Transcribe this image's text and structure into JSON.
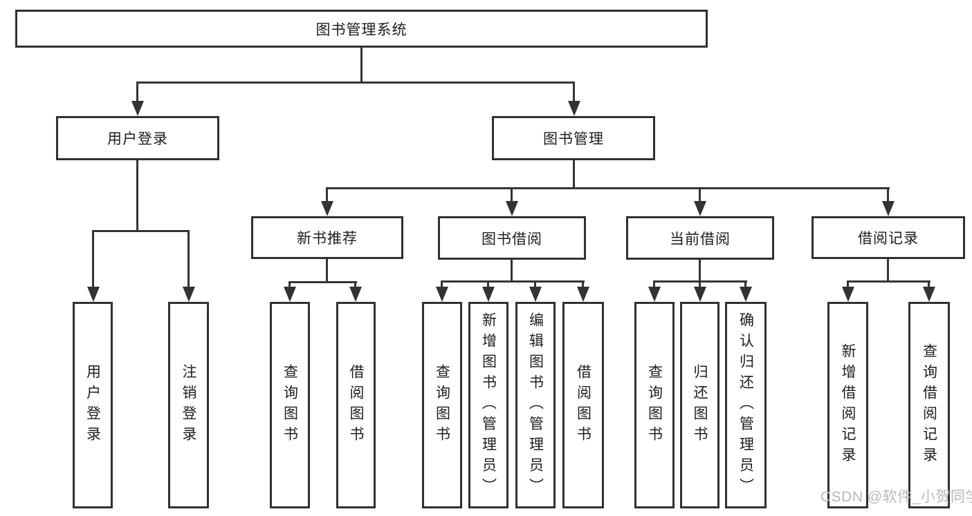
{
  "diagram": {
    "title": "图书管理系统",
    "watermark": "CSDN @软件_小贺同学",
    "colors": {
      "background": "#ffffff",
      "box_border": "#303030",
      "line": "#333333",
      "text": "#1d1d1d",
      "watermark": "#b8b8b8"
    },
    "nodes": {
      "root": {
        "label": "图书管理系统"
      },
      "level2": [
        {
          "label": "用户登录"
        },
        {
          "label": "图书管理"
        }
      ],
      "level3": [
        {
          "label": "新书推荐"
        },
        {
          "label": "图书借阅"
        },
        {
          "label": "当前借阅"
        },
        {
          "label": "借阅记录"
        }
      ],
      "leaves": [
        {
          "label": "用户登录"
        },
        {
          "label": "注销登录"
        },
        {
          "label": "查询图书"
        },
        {
          "label": "借阅图书"
        },
        {
          "label": "查询图书"
        },
        {
          "label": "新增图书（管理员）"
        },
        {
          "label": "编辑图书（管理员）"
        },
        {
          "label": "借阅图书"
        },
        {
          "label": "查询图书"
        },
        {
          "label": "归还图书"
        },
        {
          "label": "确认归还（管理员）"
        },
        {
          "label": "新增借阅记录"
        },
        {
          "label": "查询借阅记录"
        }
      ]
    }
  }
}
